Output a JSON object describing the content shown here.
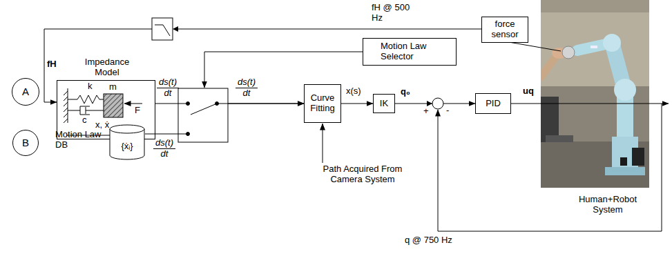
{
  "diagram": {
    "nodes": [
      {
        "text": [
          "force sensor"
        ]
      },
      {
        "text": [
          "A"
        ]
      },
      {
        "text": [
          "Impedance Model"
        ]
      },
      {
        "text": [
          "Motion Law Selector"
        ]
      },
      {
        "text": [
          "Curve Fitting"
        ]
      },
      {
        "text": [
          "IK"
        ]
      },
      {
        "text": [
          "PID"
        ]
      },
      {
        "text": [
          "B"
        ]
      },
      {
        "text": [
          "Motion Law DB",
          "{ẋᵢ}"
        ]
      }
    ],
    "edges": [
      {
        "from": 0,
        "to": 2,
        "arrow": "to"
      },
      {
        "from": 2,
        "to": 4,
        "arrow": "to"
      },
      {
        "from": 8,
        "to": 4,
        "arrow": "to"
      },
      {
        "from": 4,
        "to": 5,
        "arrow": "to",
        "label": "x(s)"
      },
      {
        "from": 5,
        "to": 6,
        "arrow": "to",
        "label": "q₀"
      }
    ],
    "labels": [
      "fH @ 500 Hz",
      "fH",
      "k",
      "c",
      "m",
      "F",
      "x, ẋ",
      "ds(t)",
      "dt",
      "ds(t)",
      "dt",
      "ds(t)",
      "dt",
      "+",
      "-",
      "uq",
      "Path Acquired From Camera System",
      "Human+Robot System",
      "q @ 750 Hz"
    ]
  }
}
